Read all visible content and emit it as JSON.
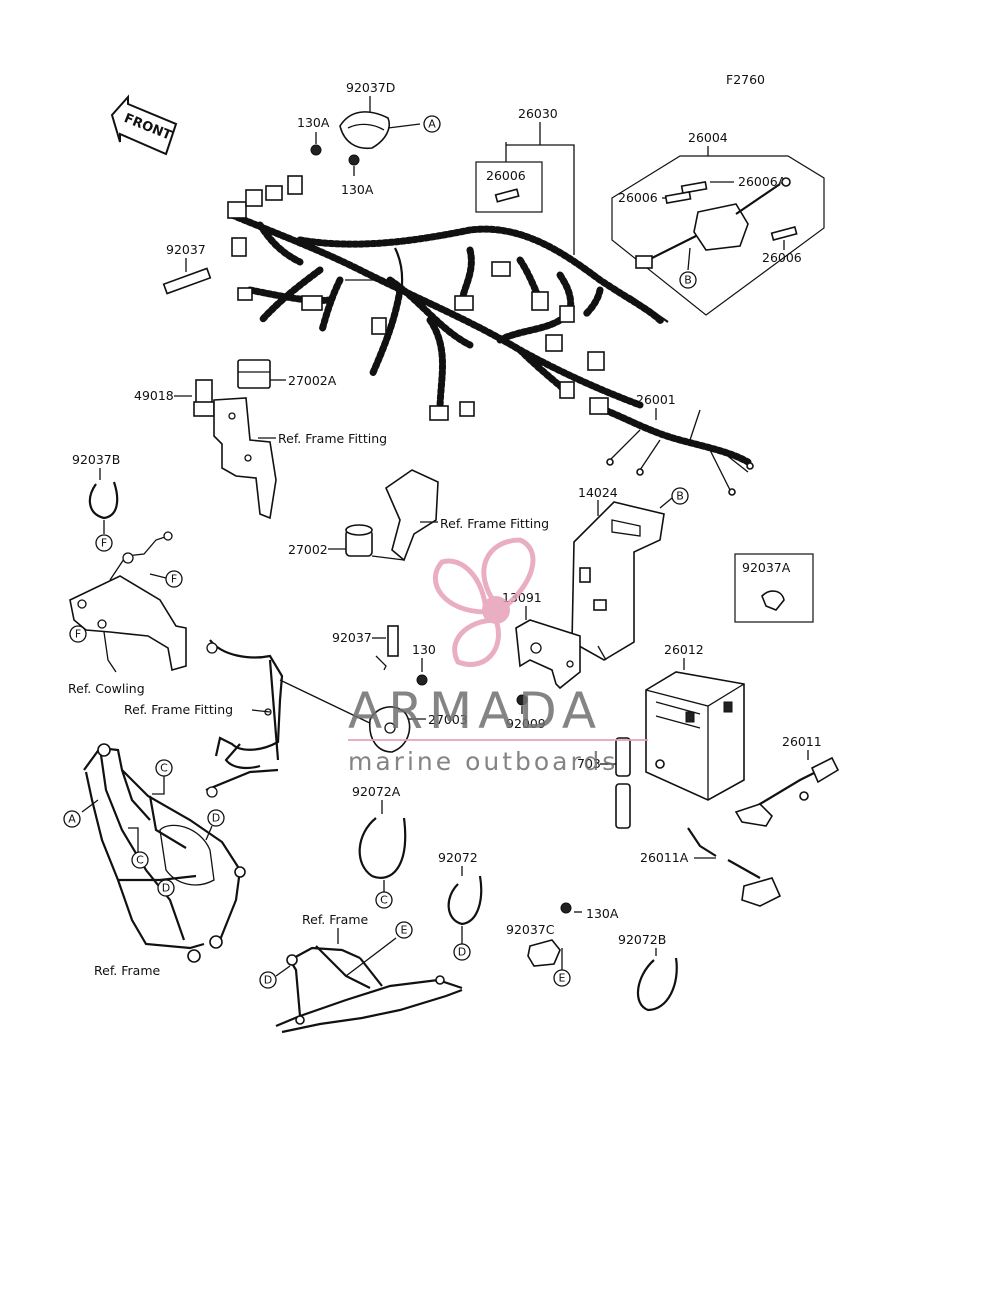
{
  "figure_code": "F2760",
  "front_label": "FRONT",
  "part_labels": {
    "p92037D": "92037D",
    "p130A_top": "130A",
    "p130A_mid": "130A",
    "p26030": "26030",
    "p26004": "26004",
    "p26006_box": "26006",
    "p26006A": "26006A",
    "p26006_left": "26006",
    "p26006_right": "26006",
    "p92037": "92037",
    "p27002A": "27002A",
    "p49018": "49018",
    "p26001": "26001",
    "p92037B": "92037B",
    "p14024": "14024",
    "p27002": "27002",
    "p92037A": "92037A",
    "p13091": "13091",
    "p92037_mid": "92037",
    "p130": "130",
    "p26012": "26012",
    "p27003": "27003",
    "p92009": "92009",
    "p26011": "26011",
    "p703": "703",
    "p92072A": "92072A",
    "p26011A": "26011A",
    "p92072": "92072",
    "p130A_bot": "130A",
    "p92037C": "92037C",
    "p92072B": "92072B"
  },
  "ref_labels": {
    "frame_fitting_1": "Ref. Frame Fitting",
    "frame_fitting_2": "Ref. Frame Fitting",
    "frame_fitting_3": "Ref. Frame Fitting",
    "cowling": "Ref. Cowling",
    "frame_1": "Ref. Frame",
    "frame_2": "Ref. Frame"
  },
  "callouts": {
    "a1": "A",
    "a2": "A",
    "b1": "B",
    "b2": "B",
    "c1": "C",
    "c2": "C",
    "c3": "C",
    "d1": "D",
    "d2": "D",
    "d3": "D",
    "d4": "D",
    "e1": "E",
    "e2": "E",
    "f1": "F",
    "f2": "F",
    "f3": "F"
  },
  "watermark": {
    "title": "ARMADA",
    "subtitle": "marine outboards",
    "accent_color": "#e6a0b8",
    "text_color": "#6f6f6f"
  }
}
